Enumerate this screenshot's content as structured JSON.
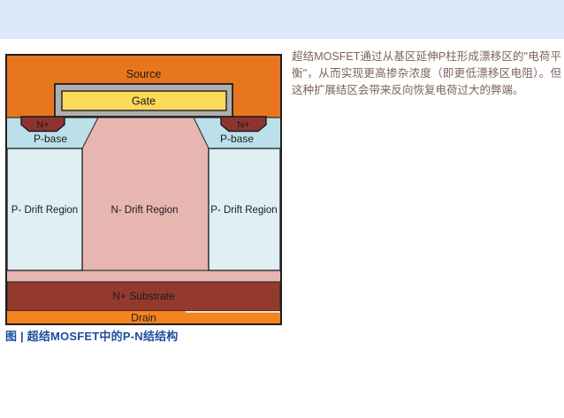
{
  "figure": {
    "caption": "图 | 超结MOSFET中的P-N结结构",
    "caption_color": "#1c4da0",
    "labels": {
      "source": "Source",
      "gate": "Gate",
      "n_plus_left": "N+",
      "n_plus_right": "N+",
      "p_base_left": "P-base",
      "p_base_right": "P-base",
      "p_drift_left": "P- Drift Region",
      "n_drift": "N- Drift Region",
      "p_drift_right": "P- Drift Region",
      "substrate": "N+ Substrate",
      "drain": "Drain"
    },
    "colors": {
      "source": "#E8761E",
      "drain": "#F5831F",
      "gate_fill": "#FBD95A",
      "gate_frame": "#AFAFAF",
      "n_plus": "#8E3430",
      "p_base": "#BCDFE9",
      "p_drift": "#DFEFF4",
      "n_drift": "#E7B6B0",
      "substrate": "#943A2D",
      "outline": "#1f1f1f"
    }
  },
  "article": {
    "paragraph": "超结MOSFET通过从基区延伸P柱形成漂移区的\"电荷平衡\"，从而实现更高掺杂浓度（即更低漂移区电阻）。但这种扩展结区会带来反向恢复电荷过大的弊端。",
    "text_color": "#7a635a"
  },
  "banner": {
    "color": "#dde9f8"
  }
}
